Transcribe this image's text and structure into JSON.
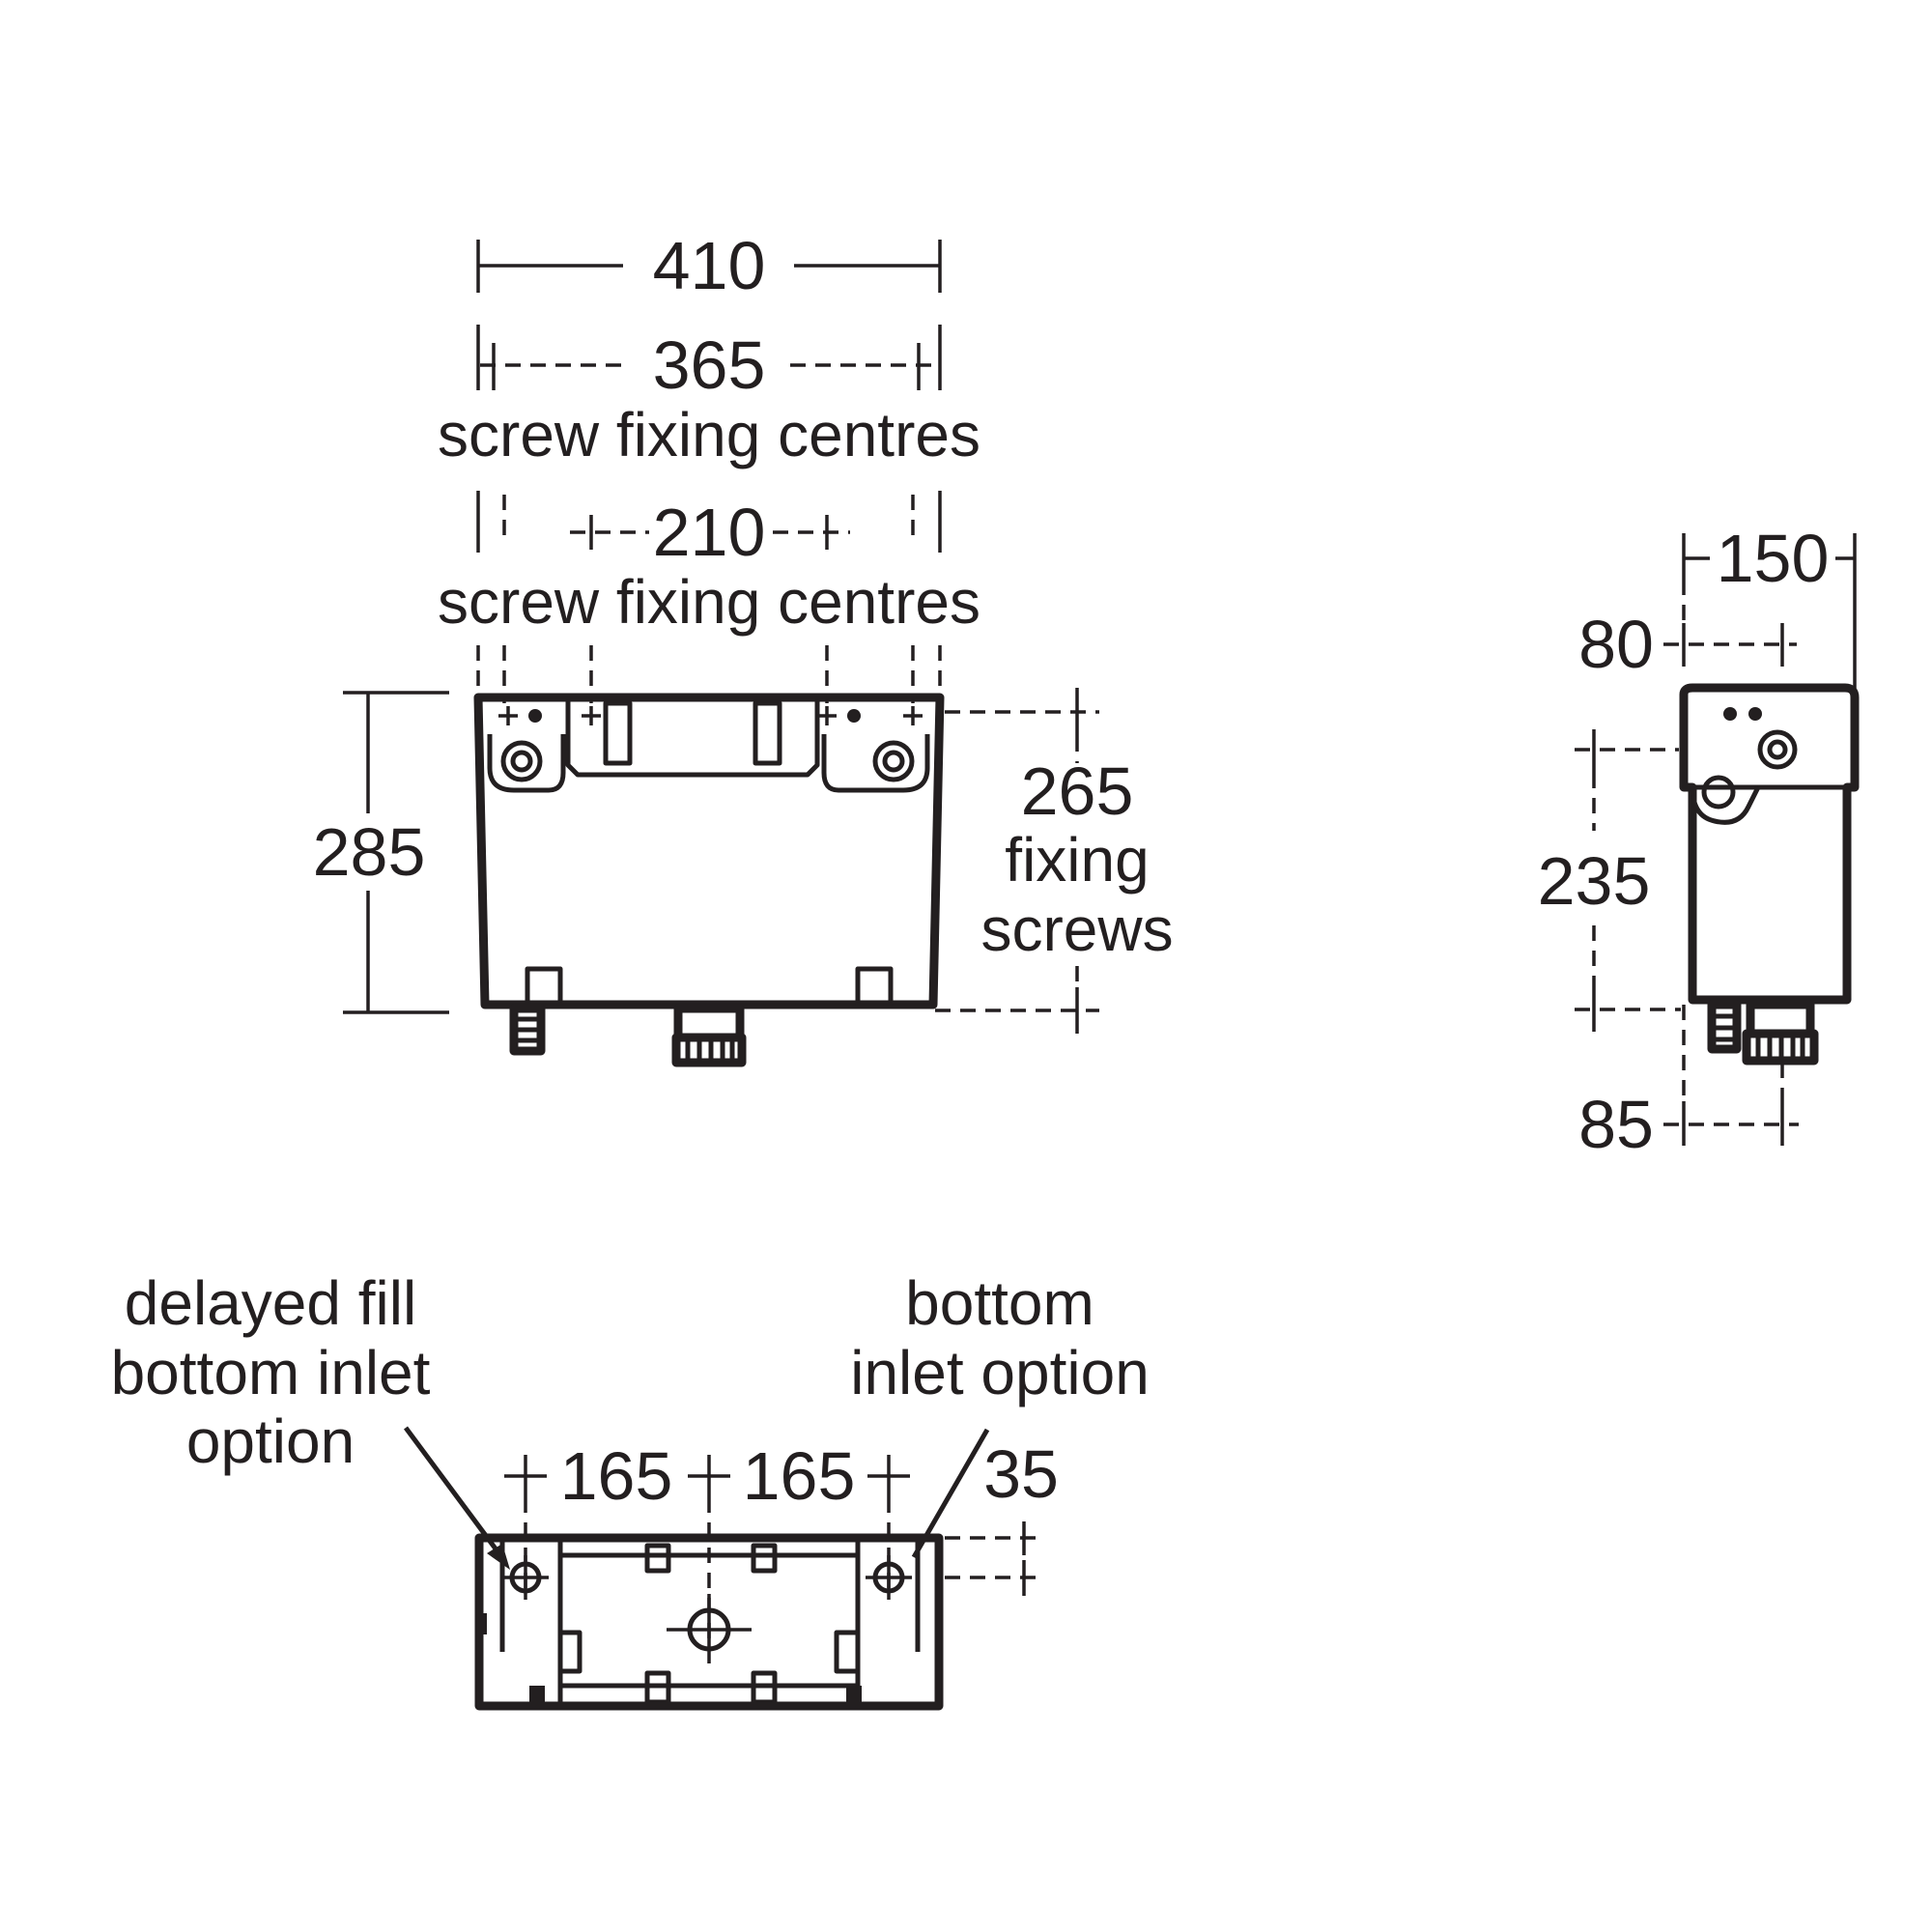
{
  "front_view": {
    "overall_width": "410",
    "fixing_centres_outer": "365",
    "fixing_centres_outer_caption": "screw fixing centres",
    "fixing_centres_inner": "210",
    "fixing_centres_inner_caption": "screw fixing centres",
    "height": "285",
    "fixing_screws_height": "265",
    "fixing_screws_caption_1": "fixing",
    "fixing_screws_caption_2": "screws"
  },
  "side_view": {
    "depth": "150",
    "top_offset": "80",
    "body_height": "235",
    "bottom_offset": "85"
  },
  "plan_view": {
    "left_note_line_1": "delayed fill",
    "left_note_line_2": "bottom inlet",
    "left_note_line_3": "option",
    "right_note_line_1": "bottom",
    "right_note_line_2": "inlet option",
    "spacing_left": "165",
    "spacing_right": "165",
    "inlet_offset": "35"
  }
}
